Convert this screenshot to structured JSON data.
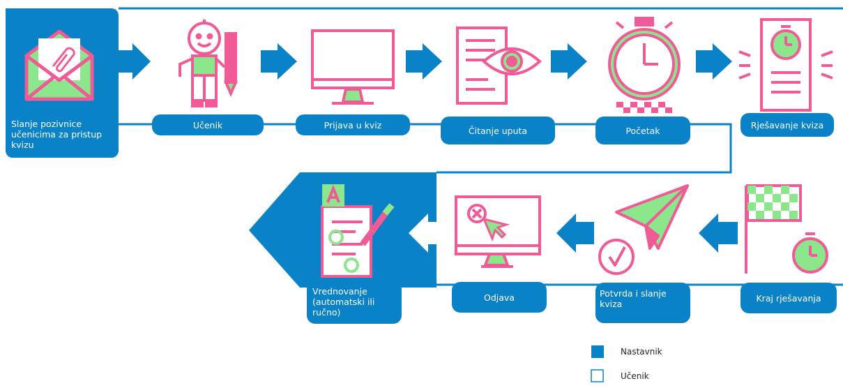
{
  "colors": {
    "teacher": "#0a82c8",
    "pink": "#f05a96",
    "green": "#8ce68c",
    "white": "#ffffff"
  },
  "steps": [
    {
      "label": "Slanje pozivnice učenicima za pristup kvizu",
      "icon": "envelope-attachment-icon",
      "actor": "Nastavnik"
    },
    {
      "label": "Učenik",
      "icon": "student-with-pencil-icon",
      "actor": "Učenik"
    },
    {
      "label": "Prijava u kviz",
      "icon": "monitor-icon",
      "actor": "Učenik"
    },
    {
      "label": "Čitanje uputa",
      "icon": "document-eye-icon",
      "actor": "Učenik"
    },
    {
      "label": "Početak",
      "icon": "stopwatch-icon",
      "actor": "Učenik"
    },
    {
      "label": "Rješavanje kviza",
      "icon": "phone-timer-icon",
      "actor": "Učenik"
    },
    {
      "label": "Kraj rješavanja",
      "icon": "checkered-flag-stopwatch-icon",
      "actor": "Učenik"
    },
    {
      "label": "Potvrda i slanje kviza",
      "icon": "paper-plane-check-icon",
      "actor": "Učenik"
    },
    {
      "label": "Odjava",
      "icon": "monitor-close-icon",
      "actor": "Učenik"
    },
    {
      "label": "Vrednovanje (automatski ili ručno)",
      "icon": "graded-document-icon",
      "actor": "Nastavnik"
    }
  ],
  "legend": [
    {
      "label": "Nastavnik",
      "style": "filled"
    },
    {
      "label": "Učenik",
      "style": "outline"
    }
  ]
}
